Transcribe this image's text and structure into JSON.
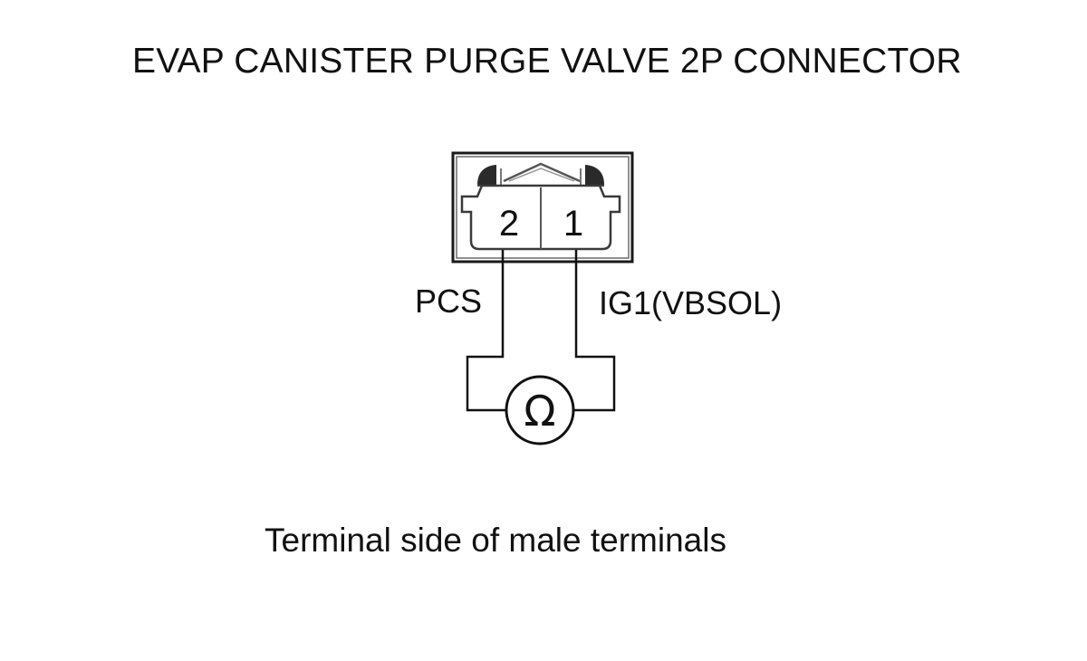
{
  "title": "EVAP CANISTER PURGE VALVE 2P CONNECTOR",
  "connector": {
    "pins": [
      {
        "number": "2",
        "signal": "PCS"
      },
      {
        "number": "1",
        "signal": "IG1(VBSOL)"
      }
    ]
  },
  "meter": {
    "symbol": "Ω"
  },
  "caption": "Terminal side of male terminals"
}
